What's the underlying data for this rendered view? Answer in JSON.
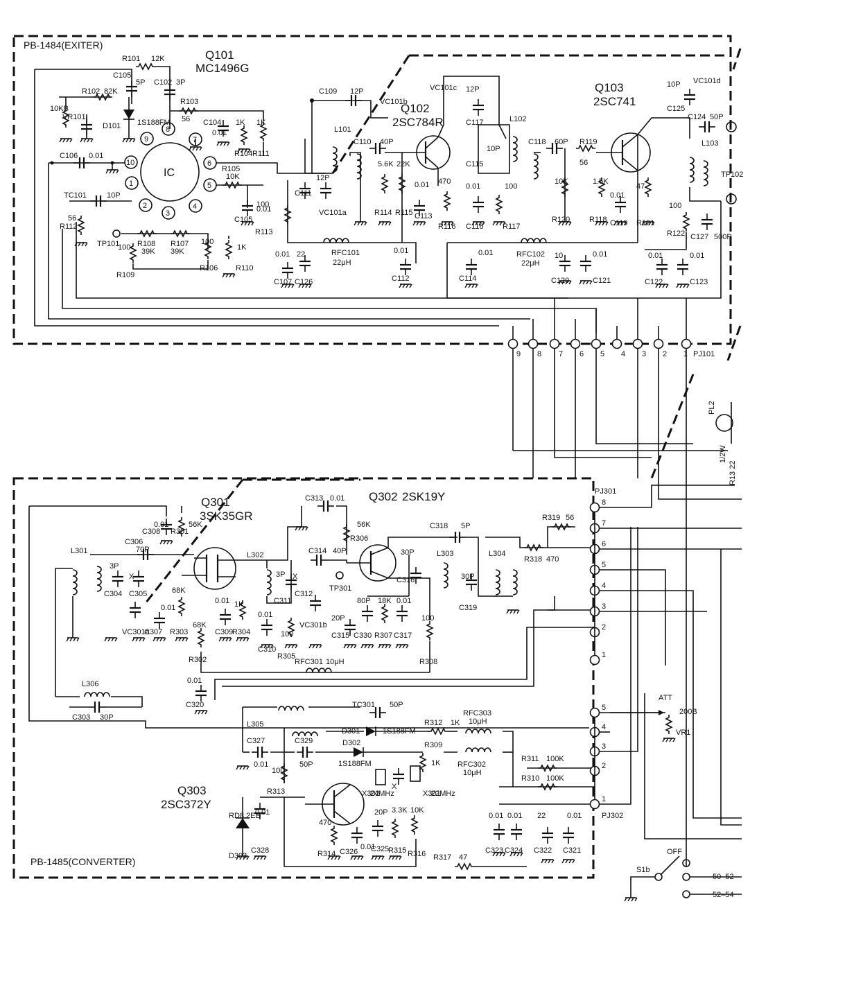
{
  "boards": {
    "exciter": {
      "label": "PB-1484(EXITER)"
    },
    "converter": {
      "label": "PB-1485(CONVERTER)"
    }
  },
  "transistors": [
    {
      "ref": "Q101",
      "part": "MC1496G"
    },
    {
      "ref": "Q102",
      "part": "2SC784R"
    },
    {
      "ref": "Q103",
      "part": "2SC741"
    },
    {
      "ref": "Q301",
      "part": "3SK35GR"
    },
    {
      "ref": "Q302",
      "part": "2SK19Y"
    },
    {
      "ref": "Q303",
      "part": "2SC372Y"
    }
  ],
  "ic": {
    "label": "IC",
    "pins": [
      "1",
      "2",
      "3",
      "4",
      "5",
      "6",
      "7",
      "8",
      "9",
      "10"
    ]
  },
  "exciter_components": [
    {
      "ref": "R101",
      "value": "12K"
    },
    {
      "ref": "C105",
      "value": "5P"
    },
    {
      "ref": "C102",
      "value": "3P"
    },
    {
      "ref": "R102",
      "value": "82K"
    },
    {
      "ref": "VR101",
      "value": "10KB"
    },
    {
      "ref": "D101",
      "value": "1S188FM"
    },
    {
      "ref": "R103",
      "value": "56"
    },
    {
      "ref": "C104",
      "value": "0.01"
    },
    {
      "ref": "R104",
      "value": "1K"
    },
    {
      "ref": "R111",
      "value": "1K"
    },
    {
      "ref": "C106",
      "value": "0.01"
    },
    {
      "ref": "R105",
      "value": "10K"
    },
    {
      "ref": "C105",
      "value": "0.01"
    },
    {
      "ref": "TC101",
      "value": "10P"
    },
    {
      "ref": "R112",
      "value": "56"
    },
    {
      "ref": "TP101",
      "value": ""
    },
    {
      "ref": "R108",
      "value": "39K"
    },
    {
      "ref": "R107",
      "value": "39K"
    },
    {
      "ref": "R109",
      "value": "100"
    },
    {
      "ref": "R106",
      "value": "100"
    },
    {
      "ref": "R110",
      "value": "1K"
    },
    {
      "ref": "C109",
      "value": "12P"
    },
    {
      "ref": "L101",
      "value": ""
    },
    {
      "ref": "VC101b",
      "value": ""
    },
    {
      "ref": "VC101a",
      "value": ""
    },
    {
      "ref": "C111",
      "value": "12P"
    },
    {
      "ref": "R113",
      "value": "100"
    },
    {
      "ref": "C107",
      "value": "0.01"
    },
    {
      "ref": "C126",
      "value": "22"
    },
    {
      "ref": "RFC101",
      "value": "22μH"
    },
    {
      "ref": "C110",
      "value": "40P"
    },
    {
      "ref": "R114",
      "value": "5.6K"
    },
    {
      "ref": "R115",
      "value": "22K"
    },
    {
      "ref": "C113",
      "value": "0.01"
    },
    {
      "ref": "R116",
      "value": "470"
    },
    {
      "ref": "C112",
      "value": "0.01"
    },
    {
      "ref": "VC101c",
      "value": ""
    },
    {
      "ref": "C117",
      "value": "12P"
    },
    {
      "ref": "C115",
      "value": "10P"
    },
    {
      "ref": "L102",
      "value": ""
    },
    {
      "ref": "C116",
      "value": "0.01"
    },
    {
      "ref": "R117",
      "value": "100"
    },
    {
      "ref": "C114",
      "value": "0.01"
    },
    {
      "ref": "C118",
      "value": "60P"
    },
    {
      "ref": "R119",
      "value": "56"
    },
    {
      "ref": "R120",
      "value": "10K"
    },
    {
      "ref": "R118",
      "value": "1.5K"
    },
    {
      "ref": "C119",
      "value": "0.01"
    },
    {
      "ref": "R121",
      "value": "47"
    },
    {
      "ref": "RFC102",
      "value": "22μH"
    },
    {
      "ref": "C120",
      "value": "10"
    },
    {
      "ref": "C121",
      "value": "0.01"
    },
    {
      "ref": "C125",
      "value": "10P"
    },
    {
      "ref": "VC101d",
      "value": ""
    },
    {
      "ref": "C124",
      "value": "50P"
    },
    {
      "ref": "L103",
      "value": ""
    },
    {
      "ref": "TP102",
      "value": ""
    },
    {
      "ref": "R122",
      "value": "100"
    },
    {
      "ref": "C127",
      "value": "500P"
    },
    {
      "ref": "C122",
      "value": "0.01"
    },
    {
      "ref": "C123",
      "value": "0.01"
    }
  ],
  "pj101": {
    "label": "PJ101",
    "pins": [
      "9",
      "8",
      "7",
      "6",
      "5",
      "4",
      "3",
      "2",
      "1"
    ]
  },
  "pl2": {
    "label": "PL2"
  },
  "r13": {
    "label": "R13 22",
    "power": "1/2W"
  },
  "converter_components": [
    {
      "ref": "L301",
      "value": ""
    },
    {
      "ref": "C308",
      "value": "0.01"
    },
    {
      "ref": "R301",
      "value": "56K"
    },
    {
      "ref": "C306",
      "value": "70P"
    },
    {
      "ref": "C304",
      "value": "3P"
    },
    {
      "ref": "C305",
      "value": "X"
    },
    {
      "ref": "VC301a",
      "value": ""
    },
    {
      "ref": "C307",
      "value": "0.01"
    },
    {
      "ref": "R303",
      "value": "68K"
    },
    {
      "ref": "R302",
      "value": "68K"
    },
    {
      "ref": "C309",
      "value": "0.01"
    },
    {
      "ref": "R304",
      "value": "1K"
    },
    {
      "ref": "L302",
      "value": ""
    },
    {
      "ref": "C313",
      "value": "0.01"
    },
    {
      "ref": "R306",
      "value": "56K"
    },
    {
      "ref": "C314",
      "value": "40P"
    },
    {
      "ref": "C311",
      "value": "3P"
    },
    {
      "ref": "C312",
      "value": "X"
    },
    {
      "ref": "VC301b",
      "value": ""
    },
    {
      "ref": "TP301",
      "value": ""
    },
    {
      "ref": "C310",
      "value": "0.01"
    },
    {
      "ref": "R305",
      "value": "100"
    },
    {
      "ref": "C315",
      "value": "20P"
    },
    {
      "ref": "C330",
      "value": "80P"
    },
    {
      "ref": "R307",
      "value": "18K"
    },
    {
      "ref": "C317",
      "value": "0.01"
    },
    {
      "ref": "C318",
      "value": "5P"
    },
    {
      "ref": "C316",
      "value": "30P"
    },
    {
      "ref": "L303",
      "value": ""
    },
    {
      "ref": "C319",
      "value": "30P"
    },
    {
      "ref": "L304",
      "value": ""
    },
    {
      "ref": "R318",
      "value": "470"
    },
    {
      "ref": "R319",
      "value": "56"
    },
    {
      "ref": "R308",
      "value": "100"
    },
    {
      "ref": "RFC301",
      "value": "10μH"
    },
    {
      "ref": "L306",
      "value": ""
    },
    {
      "ref": "C303",
      "value": "30P"
    },
    {
      "ref": "C320",
      "value": "0.01"
    },
    {
      "ref": "L305",
      "value": ""
    },
    {
      "ref": "TC301",
      "value": "50P"
    },
    {
      "ref": "C327",
      "value": "0.01"
    },
    {
      "ref": "C329",
      "value": "50P"
    },
    {
      "ref": "D301",
      "value": "1S188FM"
    },
    {
      "ref": "D302",
      "value": "1S188FM"
    },
    {
      "ref": "R312",
      "value": "1K"
    },
    {
      "ref": "R309",
      "value": "1K"
    },
    {
      "ref": "RFC303",
      "value": "10μH"
    },
    {
      "ref": "RFC302",
      "value": "10μH"
    },
    {
      "ref": "X302",
      "value": "24MHz"
    },
    {
      "ref": "X301",
      "value": "22MHz"
    },
    {
      "ref": "R313",
      "value": "100"
    },
    {
      "ref": "D303",
      "value": "RD8.2EB"
    },
    {
      "ref": "C328",
      "value": "0.01"
    },
    {
      "ref": "R314",
      "value": "470"
    },
    {
      "ref": "C326",
      "value": "0.01"
    },
    {
      "ref": "C325",
      "value": "20P"
    },
    {
      "ref": "R315",
      "value": "3.3K"
    },
    {
      "ref": "R316",
      "value": "10K"
    },
    {
      "ref": "R317",
      "value": "47"
    },
    {
      "ref": "C323",
      "value": "0.01"
    },
    {
      "ref": "C324",
      "value": "0.01"
    },
    {
      "ref": "C322",
      "value": "22"
    },
    {
      "ref": "C321",
      "value": "0.01"
    },
    {
      "ref": "R311",
      "value": "100K"
    },
    {
      "ref": "R310",
      "value": "100K"
    }
  ],
  "pj301": {
    "label": "PJ301",
    "pins": [
      "8",
      "7",
      "6",
      "5",
      "4",
      "3",
      "2",
      "1"
    ]
  },
  "pj302": {
    "label": "PJ302",
    "pins": [
      "5",
      "4",
      "3",
      "2",
      "1"
    ]
  },
  "attenuator": {
    "label": "ATT",
    "ref": "VR1",
    "value": "200B"
  },
  "switch": {
    "ref": "S1b",
    "off_label": "OFF",
    "band_a": "50–52",
    "band_b": "52–54"
  },
  "junk": {
    "x_mark": "X"
  }
}
